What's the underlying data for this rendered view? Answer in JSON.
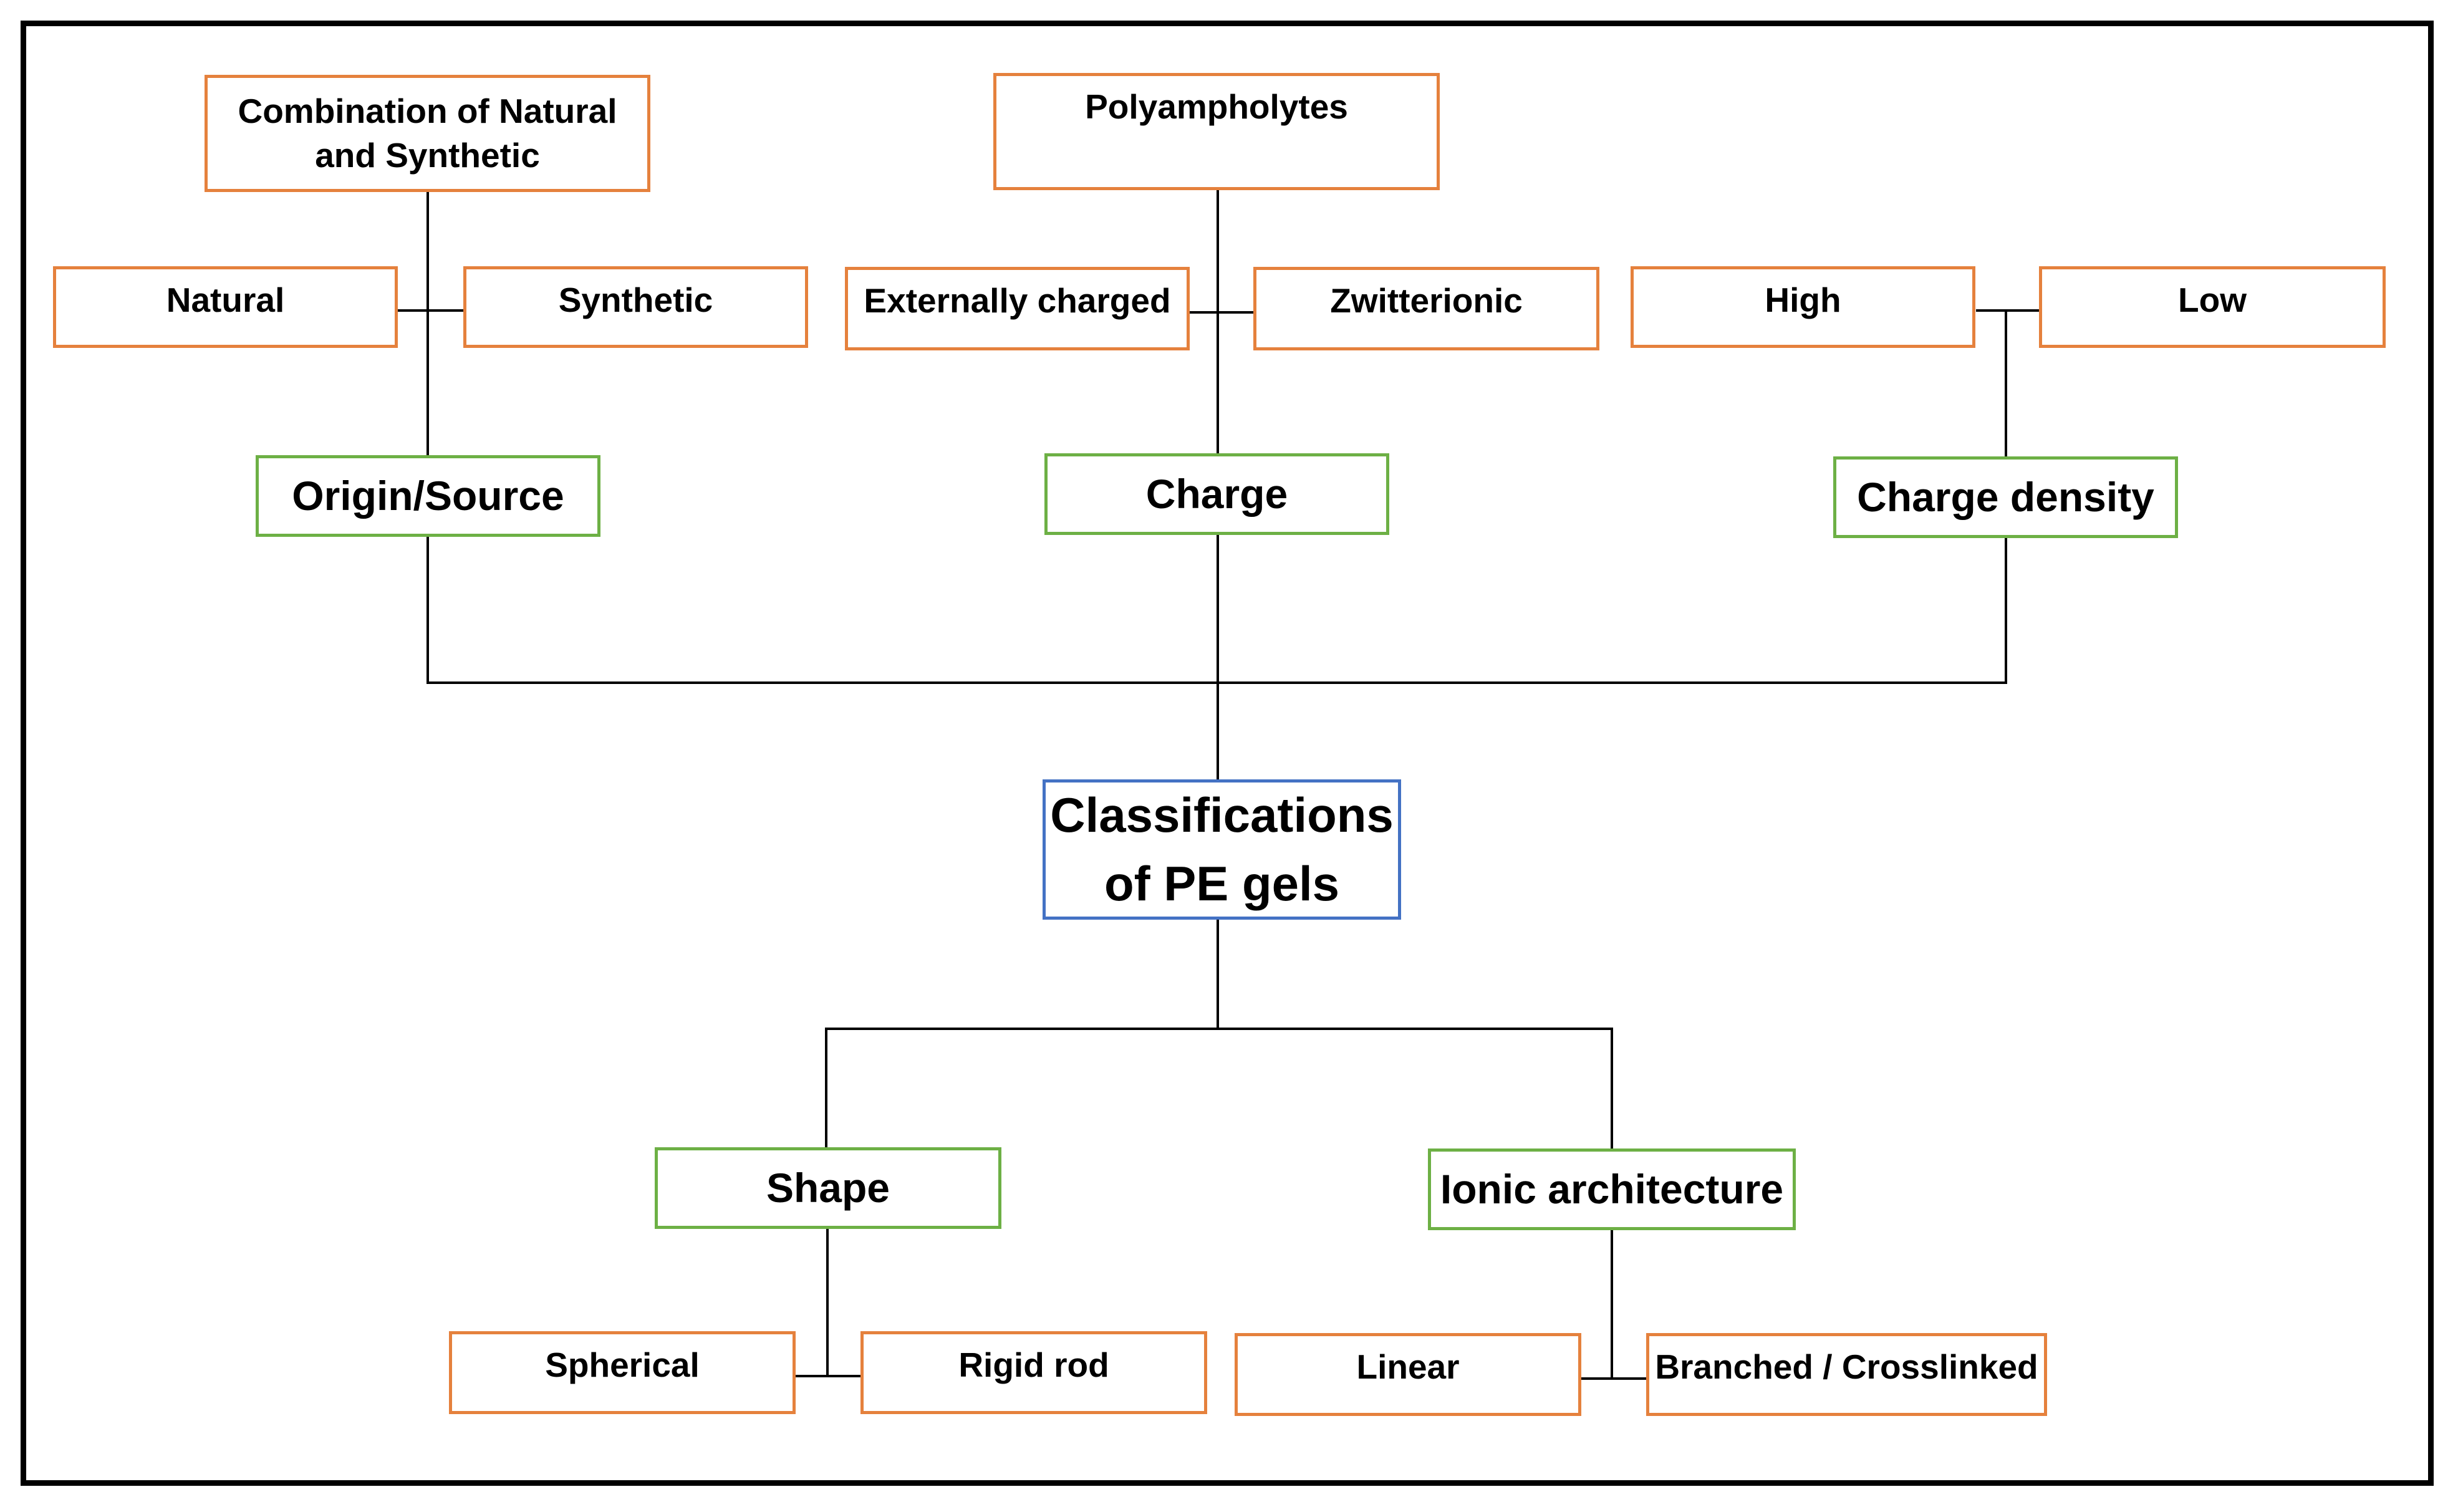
{
  "root": {
    "label_line1": "Classifications",
    "label_line2": "of PE gels"
  },
  "categories": {
    "origin": {
      "label": "Origin/Source",
      "items": {
        "combination_line1": "Combination of Natural",
        "combination_line2": "and Synthetic",
        "natural": "Natural",
        "synthetic": "Synthetic"
      }
    },
    "charge": {
      "label": "Charge",
      "items": {
        "polyampholytes": "Polyampholytes",
        "externally_charged": "Externally charged",
        "zwitterionic": "Zwitterionic"
      }
    },
    "charge_density": {
      "label": "Charge density",
      "items": {
        "high": "High",
        "low": "Low"
      }
    },
    "shape": {
      "label": "Shape",
      "items": {
        "spherical": "Spherical",
        "rigid_rod": "Rigid rod"
      }
    },
    "ionic_architecture": {
      "label": "Ionic architecture",
      "items": {
        "linear": "Linear",
        "branched": "Branched / Crosslinked"
      }
    }
  },
  "colors": {
    "leaf_border": "#E5813D",
    "category_border": "#6DB045",
    "root_border": "#4472C4",
    "connector": "#000000"
  }
}
